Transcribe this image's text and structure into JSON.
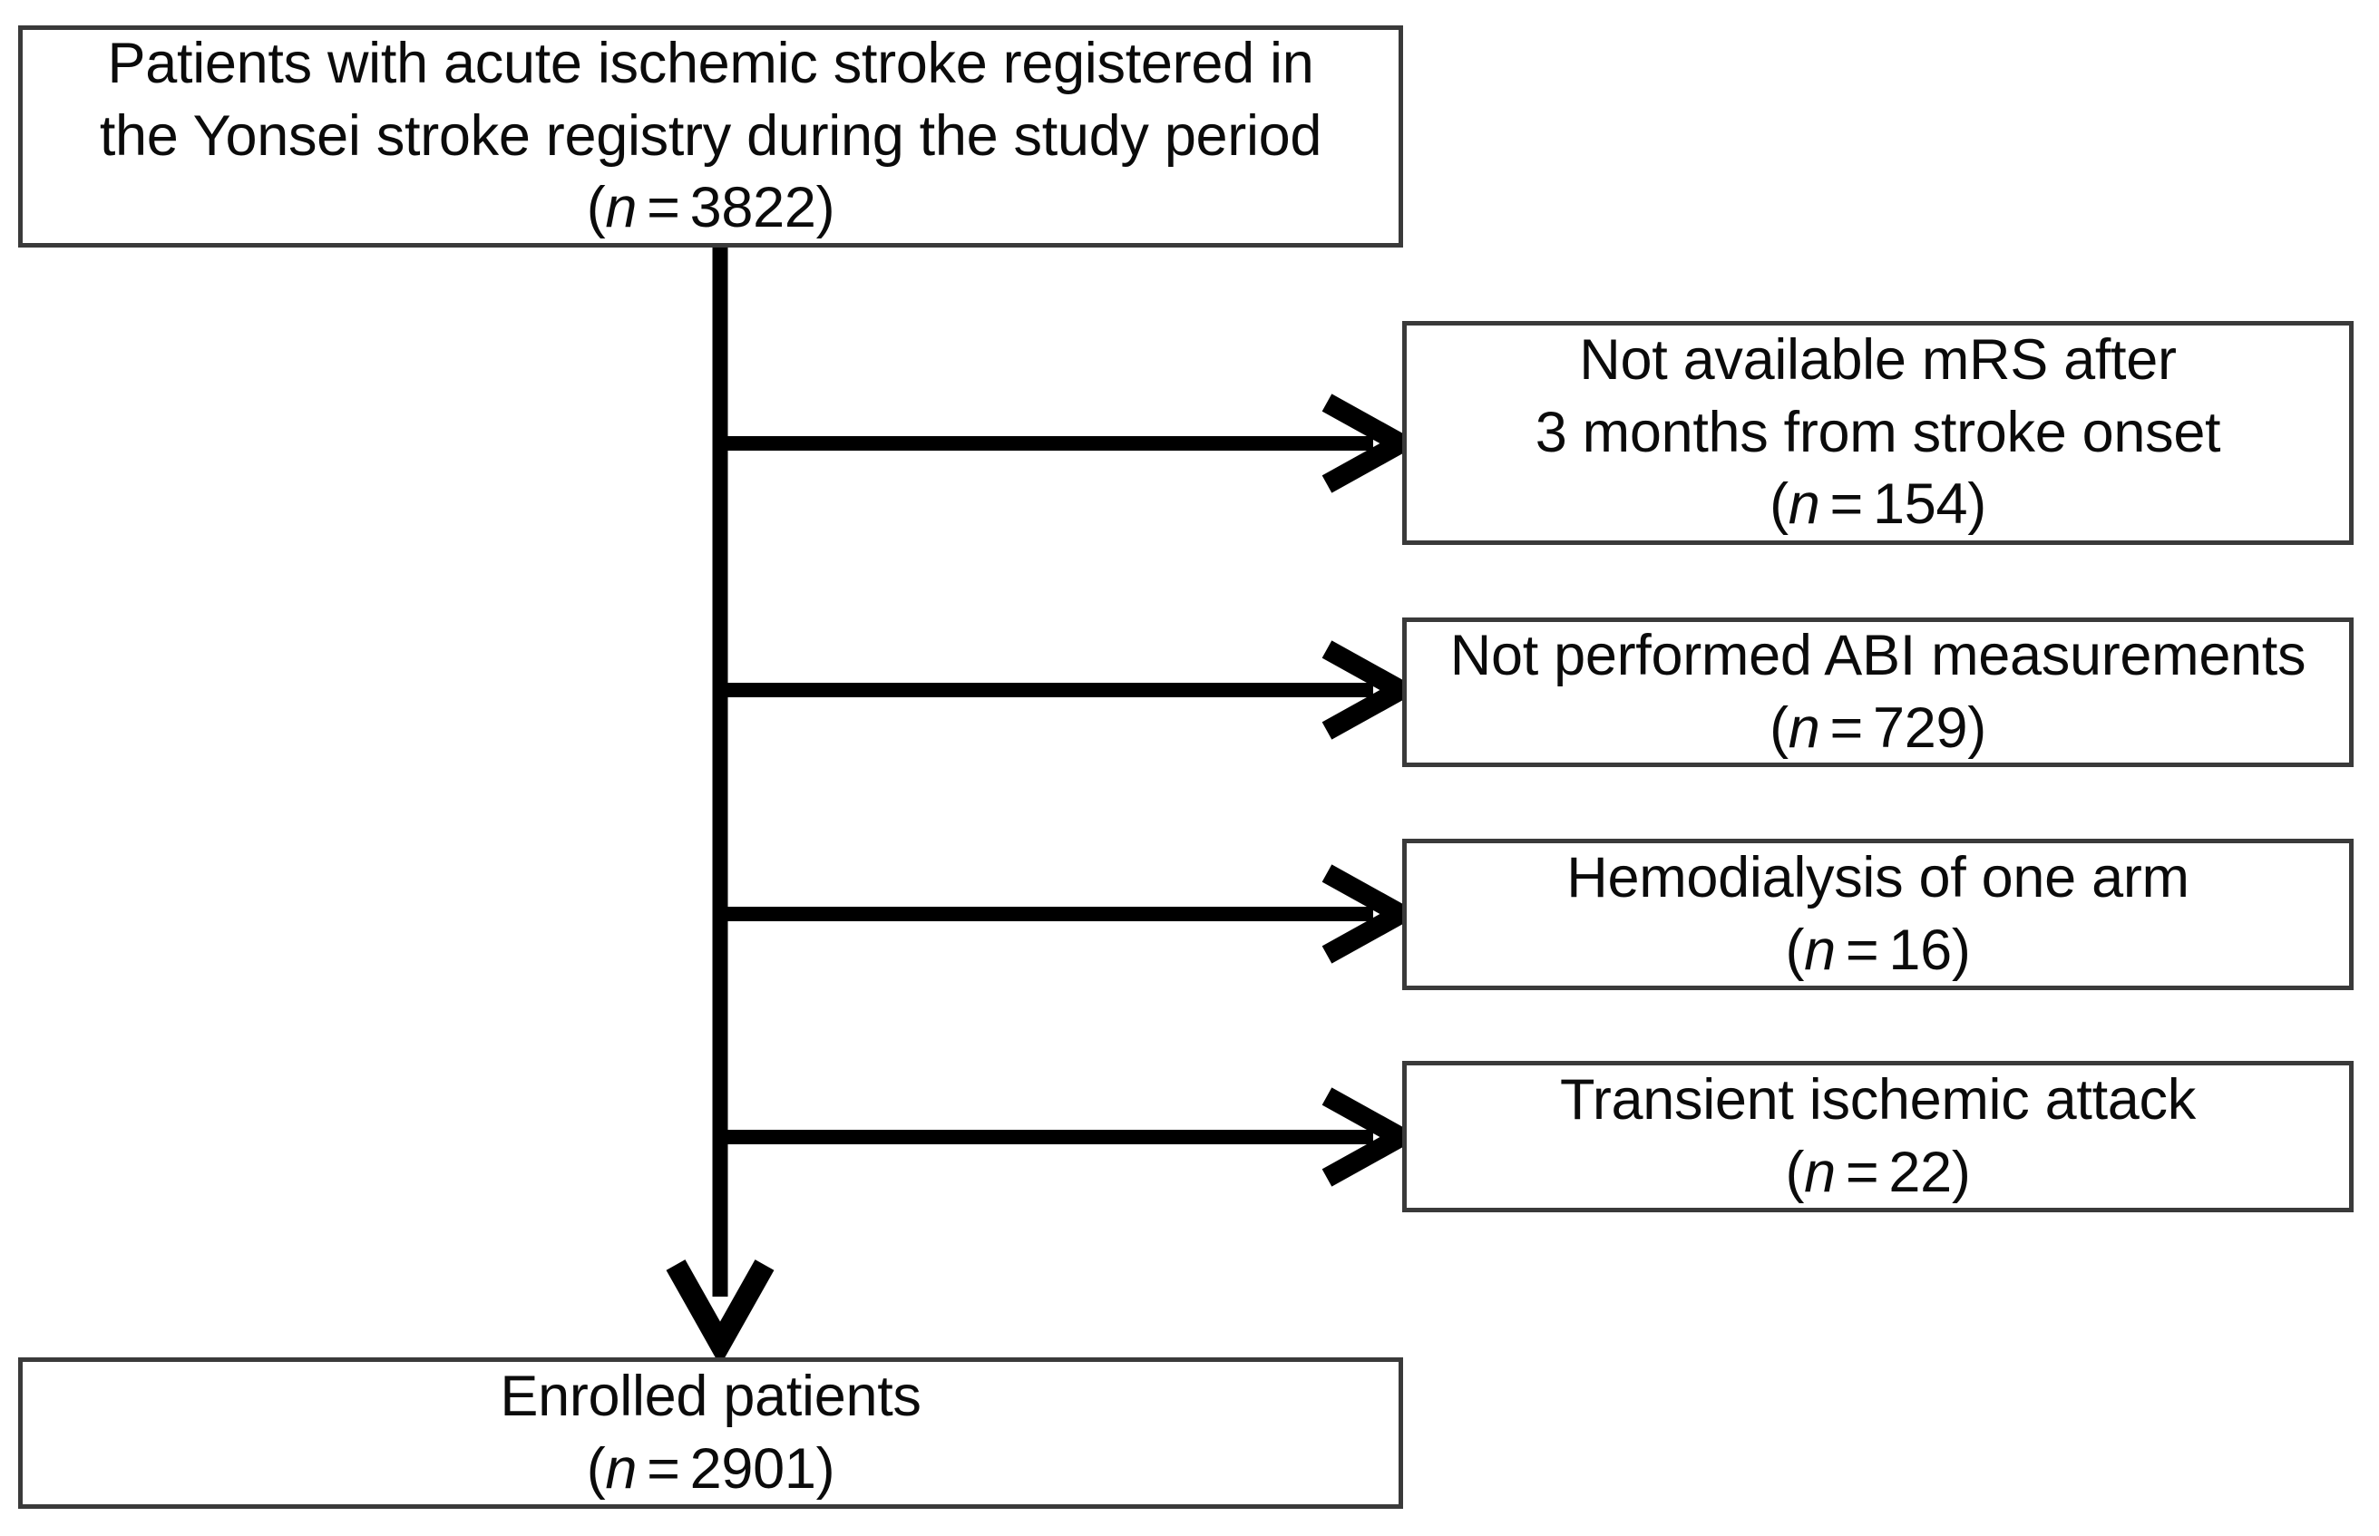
{
  "diagram": {
    "type": "patient-enrollment-flowchart",
    "title": "Study enrollment flow diagram",
    "n_label": "n",
    "equals": "=",
    "open_paren": "(",
    "close_paren": ")",
    "source_node": {
      "id": "registered-patients",
      "lines": [
        "Patients with acute ischemic stroke registered in",
        "the Yonsei stroke registry during the study period"
      ],
      "count": "3822"
    },
    "exclusions": [
      {
        "id": "no-mrs",
        "lines": [
          "Not available mRS after",
          "3 months from stroke onset"
        ],
        "count": "154"
      },
      {
        "id": "no-abi",
        "lines": [
          "Not performed ABI measurements"
        ],
        "count": "729"
      },
      {
        "id": "hemodialysis",
        "lines": [
          "Hemodialysis of one arm"
        ],
        "count": "16"
      },
      {
        "id": "tia",
        "lines": [
          "Transient ischemic attack"
        ],
        "count": "22"
      }
    ],
    "result_node": {
      "id": "enrolled-patients",
      "lines": [
        "Enrolled patients"
      ],
      "count": "2901"
    },
    "colors": {
      "box_border": "#3a3a3a",
      "connector": "#000000",
      "text": "#0b0b0b",
      "background": "#ffffff"
    }
  }
}
